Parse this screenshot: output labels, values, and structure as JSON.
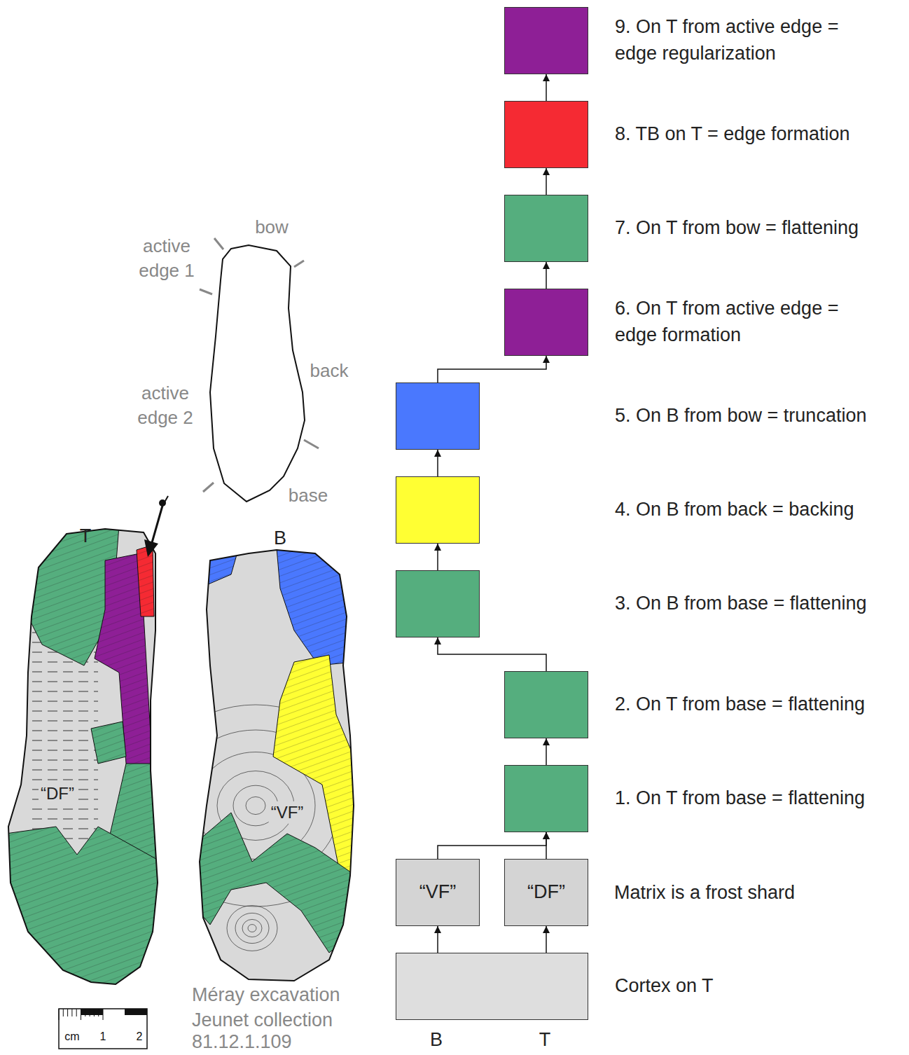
{
  "diagram": {
    "nodes": [
      {
        "text": [
          "Cortex on T"
        ]
      },
      {
        "text": [
          "“VF”"
        ]
      },
      {
        "text": [
          "“DF”"
        ]
      },
      {
        "text": [
          "1. On T from base = flattening"
        ]
      },
      {
        "text": [
          "2. On T from base = flattening"
        ]
      },
      {
        "text": [
          "3. On B from base = flattening"
        ]
      },
      {
        "text": [
          "4. On B from back = backing"
        ]
      },
      {
        "text": [
          "5. On B from bow = truncation"
        ]
      },
      {
        "text": [
          "6. On T from active edge = edge formation"
        ]
      },
      {
        "text": [
          "7. On T from bow = flattening"
        ]
      },
      {
        "text": [
          "8. TB on T = edge formation"
        ]
      },
      {
        "text": [
          "9. On T from active edge = edge regularization"
        ]
      }
    ],
    "edges": [
      {
        "from": 0,
        "to": 1,
        "arrow": "to"
      },
      {
        "from": 0,
        "to": 2,
        "arrow": "to"
      },
      {
        "from": 1,
        "to": 3,
        "arrow": "to"
      },
      {
        "from": 2,
        "to": 3,
        "arrow": "to"
      },
      {
        "from": 3,
        "to": 4,
        "arrow": "to"
      },
      {
        "from": 4,
        "to": 5,
        "arrow": "to"
      },
      {
        "from": 5,
        "to": 6,
        "arrow": "to"
      },
      {
        "from": 6,
        "to": 7,
        "arrow": "to"
      },
      {
        "from": 7,
        "to": 8,
        "arrow": "to"
      },
      {
        "from": 8,
        "to": 9,
        "arrow": "to"
      },
      {
        "from": 9,
        "to": 10,
        "arrow": "to"
      },
      {
        "from": 10,
        "to": 11,
        "arrow": "to"
      }
    ],
    "labels": [
      "Matrix is a frost shard",
      "B",
      "T",
      "T",
      "B",
      "“DF”",
      "“VF”",
      "bow",
      "active edge 1",
      "back",
      "active edge 2",
      "base",
      "cm",
      "1",
      "2",
      "Méray excavation",
      "Jeunet collection",
      "81.12.1.109"
    ]
  }
}
